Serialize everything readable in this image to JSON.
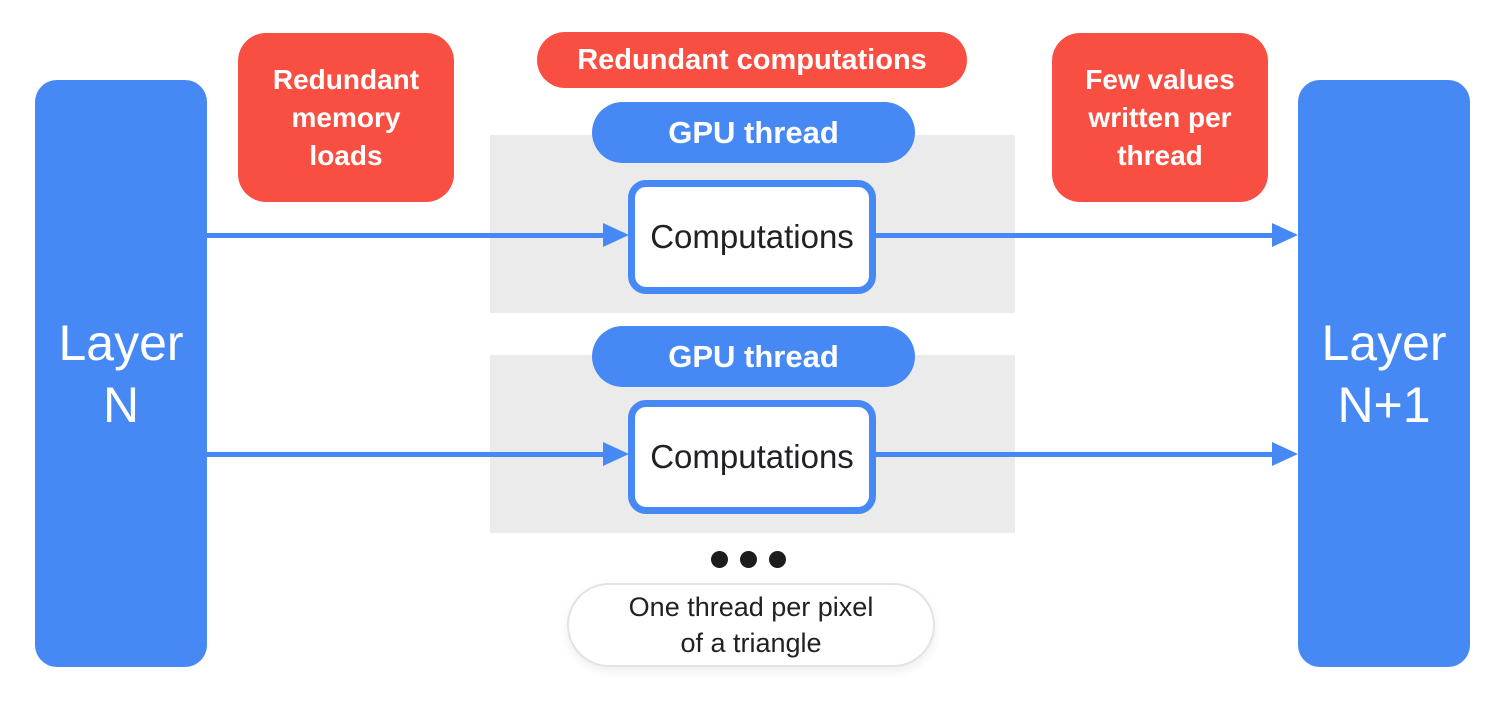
{
  "colors": {
    "blue": "#4689F5",
    "red": "#F94F43",
    "gray_panel": "#EBEBEB",
    "text_dark": "#202124",
    "note_border": "#E3E3E3",
    "white": "#FFFFFF"
  },
  "left_layer": {
    "lines": [
      "Layer",
      "N"
    ]
  },
  "right_layer": {
    "lines": [
      "Layer",
      "N+1"
    ]
  },
  "annotations": {
    "redundant_memory": {
      "lines": [
        "Redundant",
        "memory",
        "loads"
      ]
    },
    "redundant_computations": "Redundant computations",
    "few_values": {
      "lines": [
        "Few values",
        "written per",
        "thread"
      ]
    }
  },
  "threads": [
    {
      "pill": "GPU thread",
      "box": "Computations"
    },
    {
      "pill": "GPU thread",
      "box": "Computations"
    }
  ],
  "note": {
    "lines": [
      "One thread per pixel",
      "of a triangle"
    ]
  }
}
